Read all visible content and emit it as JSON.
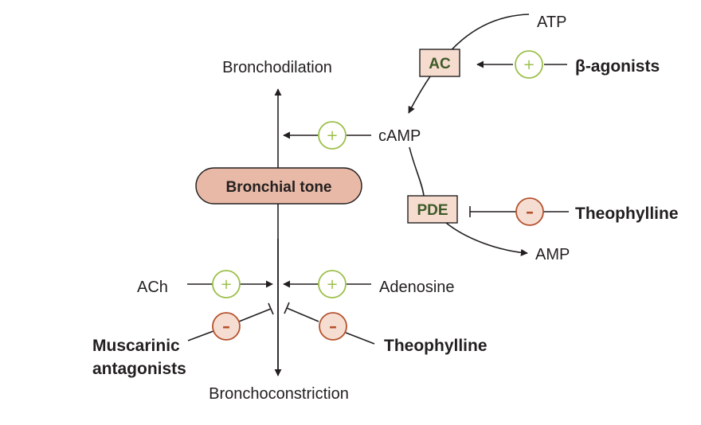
{
  "labels": {
    "atp": "ATP",
    "ac": "AC",
    "beta_agonists": "β-agonists",
    "bronchodilation": "Bronchodilation",
    "camp": "cAMP",
    "bronchial_tone": "Bronchial tone",
    "pde": "PDE",
    "theophylline_top": "Theophylline",
    "amp": "AMP",
    "ach": "ACh",
    "adenosine": "Adenosine",
    "muscarinic_line1": "Muscarinic",
    "muscarinic_line2": "antagonists",
    "theophylline_bottom": "Theophylline",
    "bronchoconstriction": "Bronchoconstriction"
  },
  "symbols": {
    "plus": "+",
    "minus": "–"
  },
  "colors": {
    "stimulatory": "#9cbf4a",
    "inhibitory": "#b5522d",
    "enzyme_fill": "#f6dccf",
    "tone_fill": "#e8b9a6",
    "enzyme_text": "#3d5a29"
  }
}
